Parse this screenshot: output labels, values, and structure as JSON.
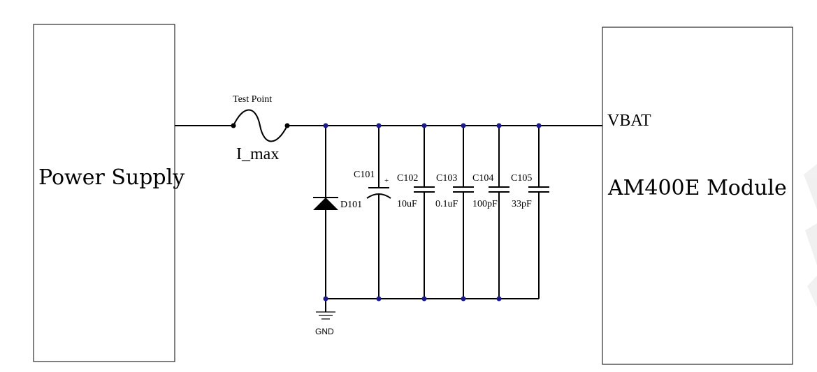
{
  "left_block": {
    "label": "Power Supply"
  },
  "right_block": {
    "label": "AM400E Module",
    "pin_label": "VBAT"
  },
  "fuse": {
    "top_label": "Test Point",
    "bottom_label": "I_max"
  },
  "ground": {
    "label": "GND"
  },
  "diode": {
    "designator": "D101"
  },
  "capacitors": [
    {
      "designator": "C101",
      "value": "10uF",
      "polarized": true,
      "polarity_mark": "+"
    },
    {
      "designator": "C102",
      "value": "0.1uF",
      "polarized": false
    },
    {
      "designator": "C103",
      "value": "100pF",
      "polarized": false
    },
    {
      "designator": "C104",
      "value": "33pF",
      "polarized": false
    },
    {
      "designator": "C105",
      "value": "",
      "polarized": false
    }
  ]
}
